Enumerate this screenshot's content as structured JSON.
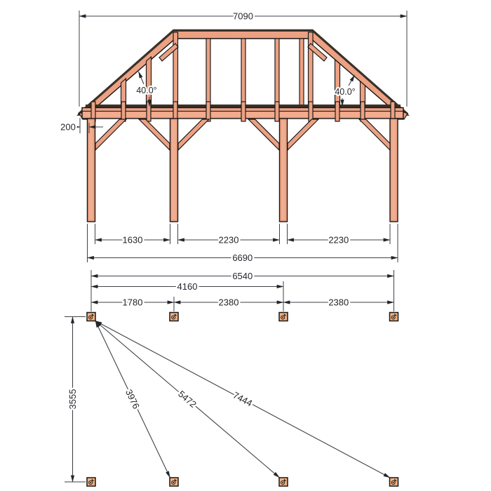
{
  "drawing_type": "timber-frame carport elevation and foundation plan",
  "elevation": {
    "overall_width": "7090",
    "angle_left": "40.0°",
    "angle_right": "40.0°",
    "overhang": "200",
    "bays": [
      "1630",
      "2230",
      "2230"
    ],
    "outer_posts_width": "6690"
  },
  "plan": {
    "overall": "6540",
    "to_third_post": "4160",
    "spacings": [
      "1780",
      "2380",
      "2380"
    ],
    "depth": "3555",
    "diagonals": [
      "3976",
      "5472",
      "7444"
    ]
  },
  "colors": {
    "wood": "#ECA183",
    "wood_hi": "#F5B99B",
    "wood_shadow": "#3A3129",
    "outline": "#161616",
    "dim_line": "#3F4247",
    "dim_text": "#24262B",
    "marker_fill": "#F2B183",
    "background": "#FFFFFF"
  }
}
